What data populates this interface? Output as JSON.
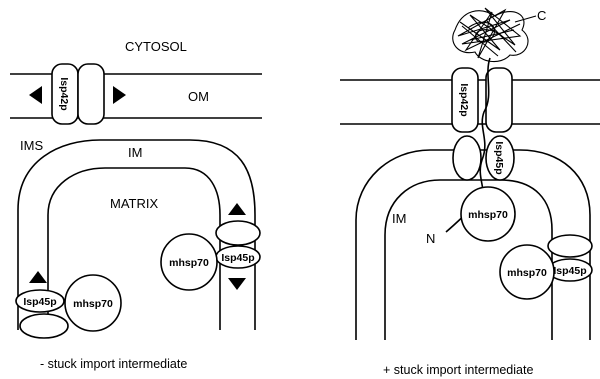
{
  "left_panel": {
    "cytosol": "CYTOSOL",
    "om": "OM",
    "ims": "IMS",
    "im": "IM",
    "matrix": "MATRIX",
    "isp42p": "Isp42p",
    "isp45p_right": "Isp45p",
    "mhsp70_right": "mhsp70",
    "isp45p_left": "Isp45p",
    "mhsp70_left": "mhsp70",
    "caption": "- stuck import intermediate"
  },
  "right_panel": {
    "c_terminus": "C",
    "n_terminus": "N",
    "isp42p": "Isp42p",
    "isp45p_center": "Isp45p",
    "mhsp70_center": "mhsp70",
    "im": "IM",
    "mhsp70_right": "mhsp70",
    "isp45p_right": "Isp45p",
    "caption": "+ stuck import intermediate"
  }
}
